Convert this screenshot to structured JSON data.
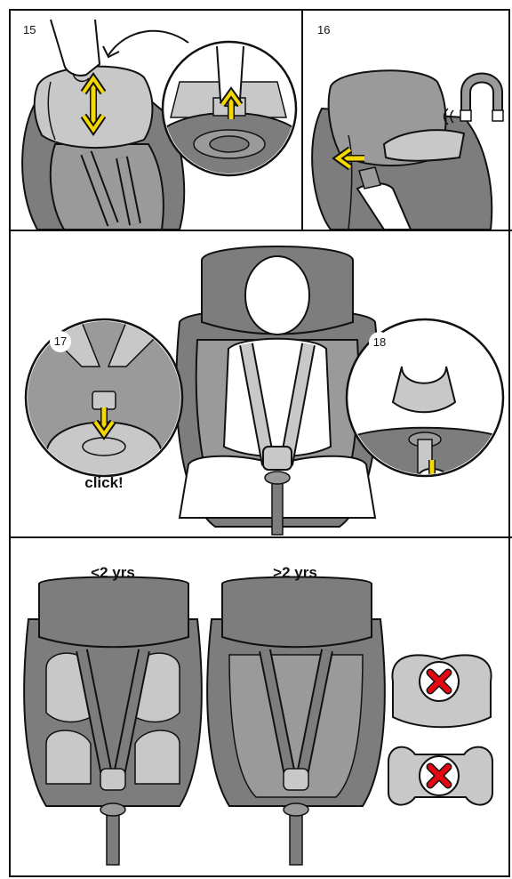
{
  "steps": {
    "s15": "15",
    "s16": "16",
    "s17": "17",
    "s18": "18"
  },
  "labels": {
    "click": "click!",
    "under2": "<2 yrs",
    "over2": ">2 yrs"
  },
  "colors": {
    "seat_dark": "#7d7d7d",
    "seat_mid": "#9a9a9a",
    "seat_light": "#c8c8c8",
    "arrow_yellow": "#f5d800",
    "cross_red": "#e30613",
    "outline": "#111111"
  },
  "icons": {
    "arrow": "double-arrow-icon",
    "magnet": "magnet-icon",
    "cross": "red-cross-icon"
  }
}
